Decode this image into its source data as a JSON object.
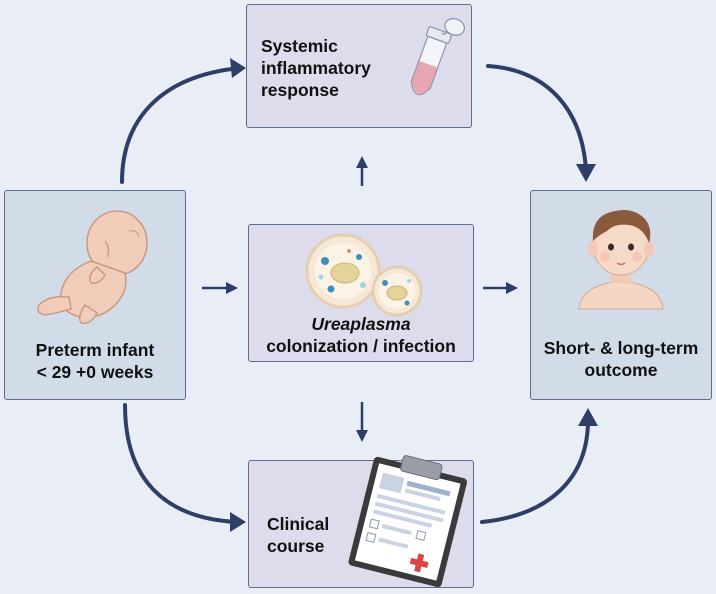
{
  "nodes": {
    "systemic": {
      "lines": [
        "Systemic",
        "inflammatory",
        "response"
      ]
    },
    "preterm": {
      "lines": [
        "Preterm infant",
        "< 29 +0 weeks"
      ]
    },
    "ureaplasma": {
      "line1": "Ureaplasma",
      "line2": "colonization / infection"
    },
    "outcome": {
      "lines": [
        "Short- & long-term",
        "outcome"
      ]
    },
    "clinical": {
      "lines": [
        "Clinical",
        "course"
      ]
    }
  },
  "colors": {
    "arrow": "#2e3e66",
    "box_border": "#5c6e8e",
    "box_lavender": "#dcdcec",
    "box_blue": "#d2dbe8",
    "background": "#e9edf5"
  },
  "icons": [
    "tube-icon",
    "fetus-icon",
    "cells-icon",
    "baby-face-icon",
    "clipboard-icon"
  ]
}
